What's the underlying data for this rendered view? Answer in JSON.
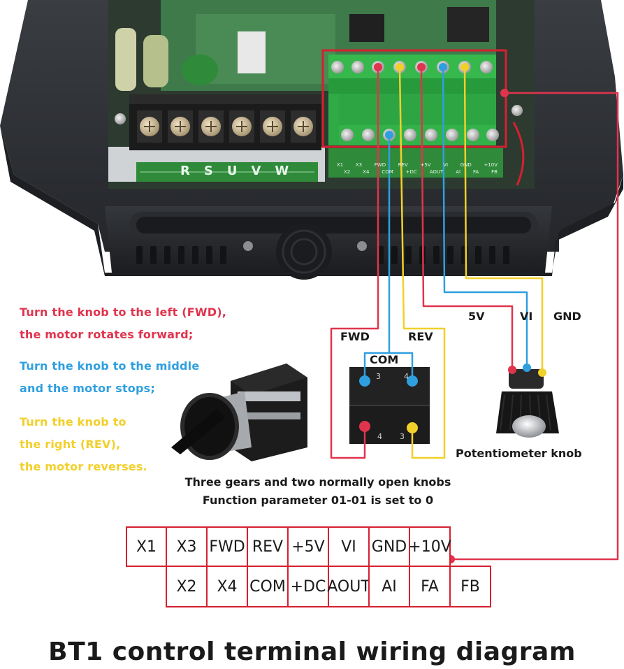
{
  "pcb_labels": {
    "power_row": [
      "R",
      "S",
      "U",
      "V",
      "W"
    ],
    "control_top": [
      "X1",
      "X3",
      "FWD",
      "REV",
      "+5V",
      "VI",
      "GND",
      "+10V"
    ],
    "control_bottom": [
      "X2",
      "X4",
      "COM",
      "+DC",
      "AOUT",
      "AI",
      "FA",
      "FB"
    ]
  },
  "annotations": {
    "left_1": "Turn the knob to the left (FWD),",
    "left_2": "the motor rotates forward;",
    "middle_1": "Turn the knob to the middle",
    "middle_2": "and the motor stops;",
    "right_1": "Turn the knob to",
    "right_2": "the right (REV),",
    "right_3": "the motor reverses."
  },
  "switch_labels": {
    "fwd": "FWD",
    "rev": "REV",
    "com": "COM"
  },
  "pot_labels": {
    "v5": "5V",
    "vi": "VI",
    "gnd": "GND",
    "caption": "Potentiometer knob"
  },
  "notes": {
    "line1": "Three gears and two normally open knobs",
    "line2": "Function parameter 01-01 is set to 0"
  },
  "terminal_table": {
    "top": [
      "X1",
      "X3",
      "FWD",
      "REV",
      "+5V",
      "VI",
      "GND",
      "+10V"
    ],
    "bottom": [
      "X2",
      "X4",
      "COM",
      "+DC",
      "AOUT",
      "AI",
      "FA",
      "FB"
    ]
  },
  "title": "BT1 control terminal wiring diagram",
  "colors": {
    "red": "#e0344d",
    "blue": "#2f9fe0",
    "yellow": "#f2d02a",
    "box": "#d6202f"
  }
}
